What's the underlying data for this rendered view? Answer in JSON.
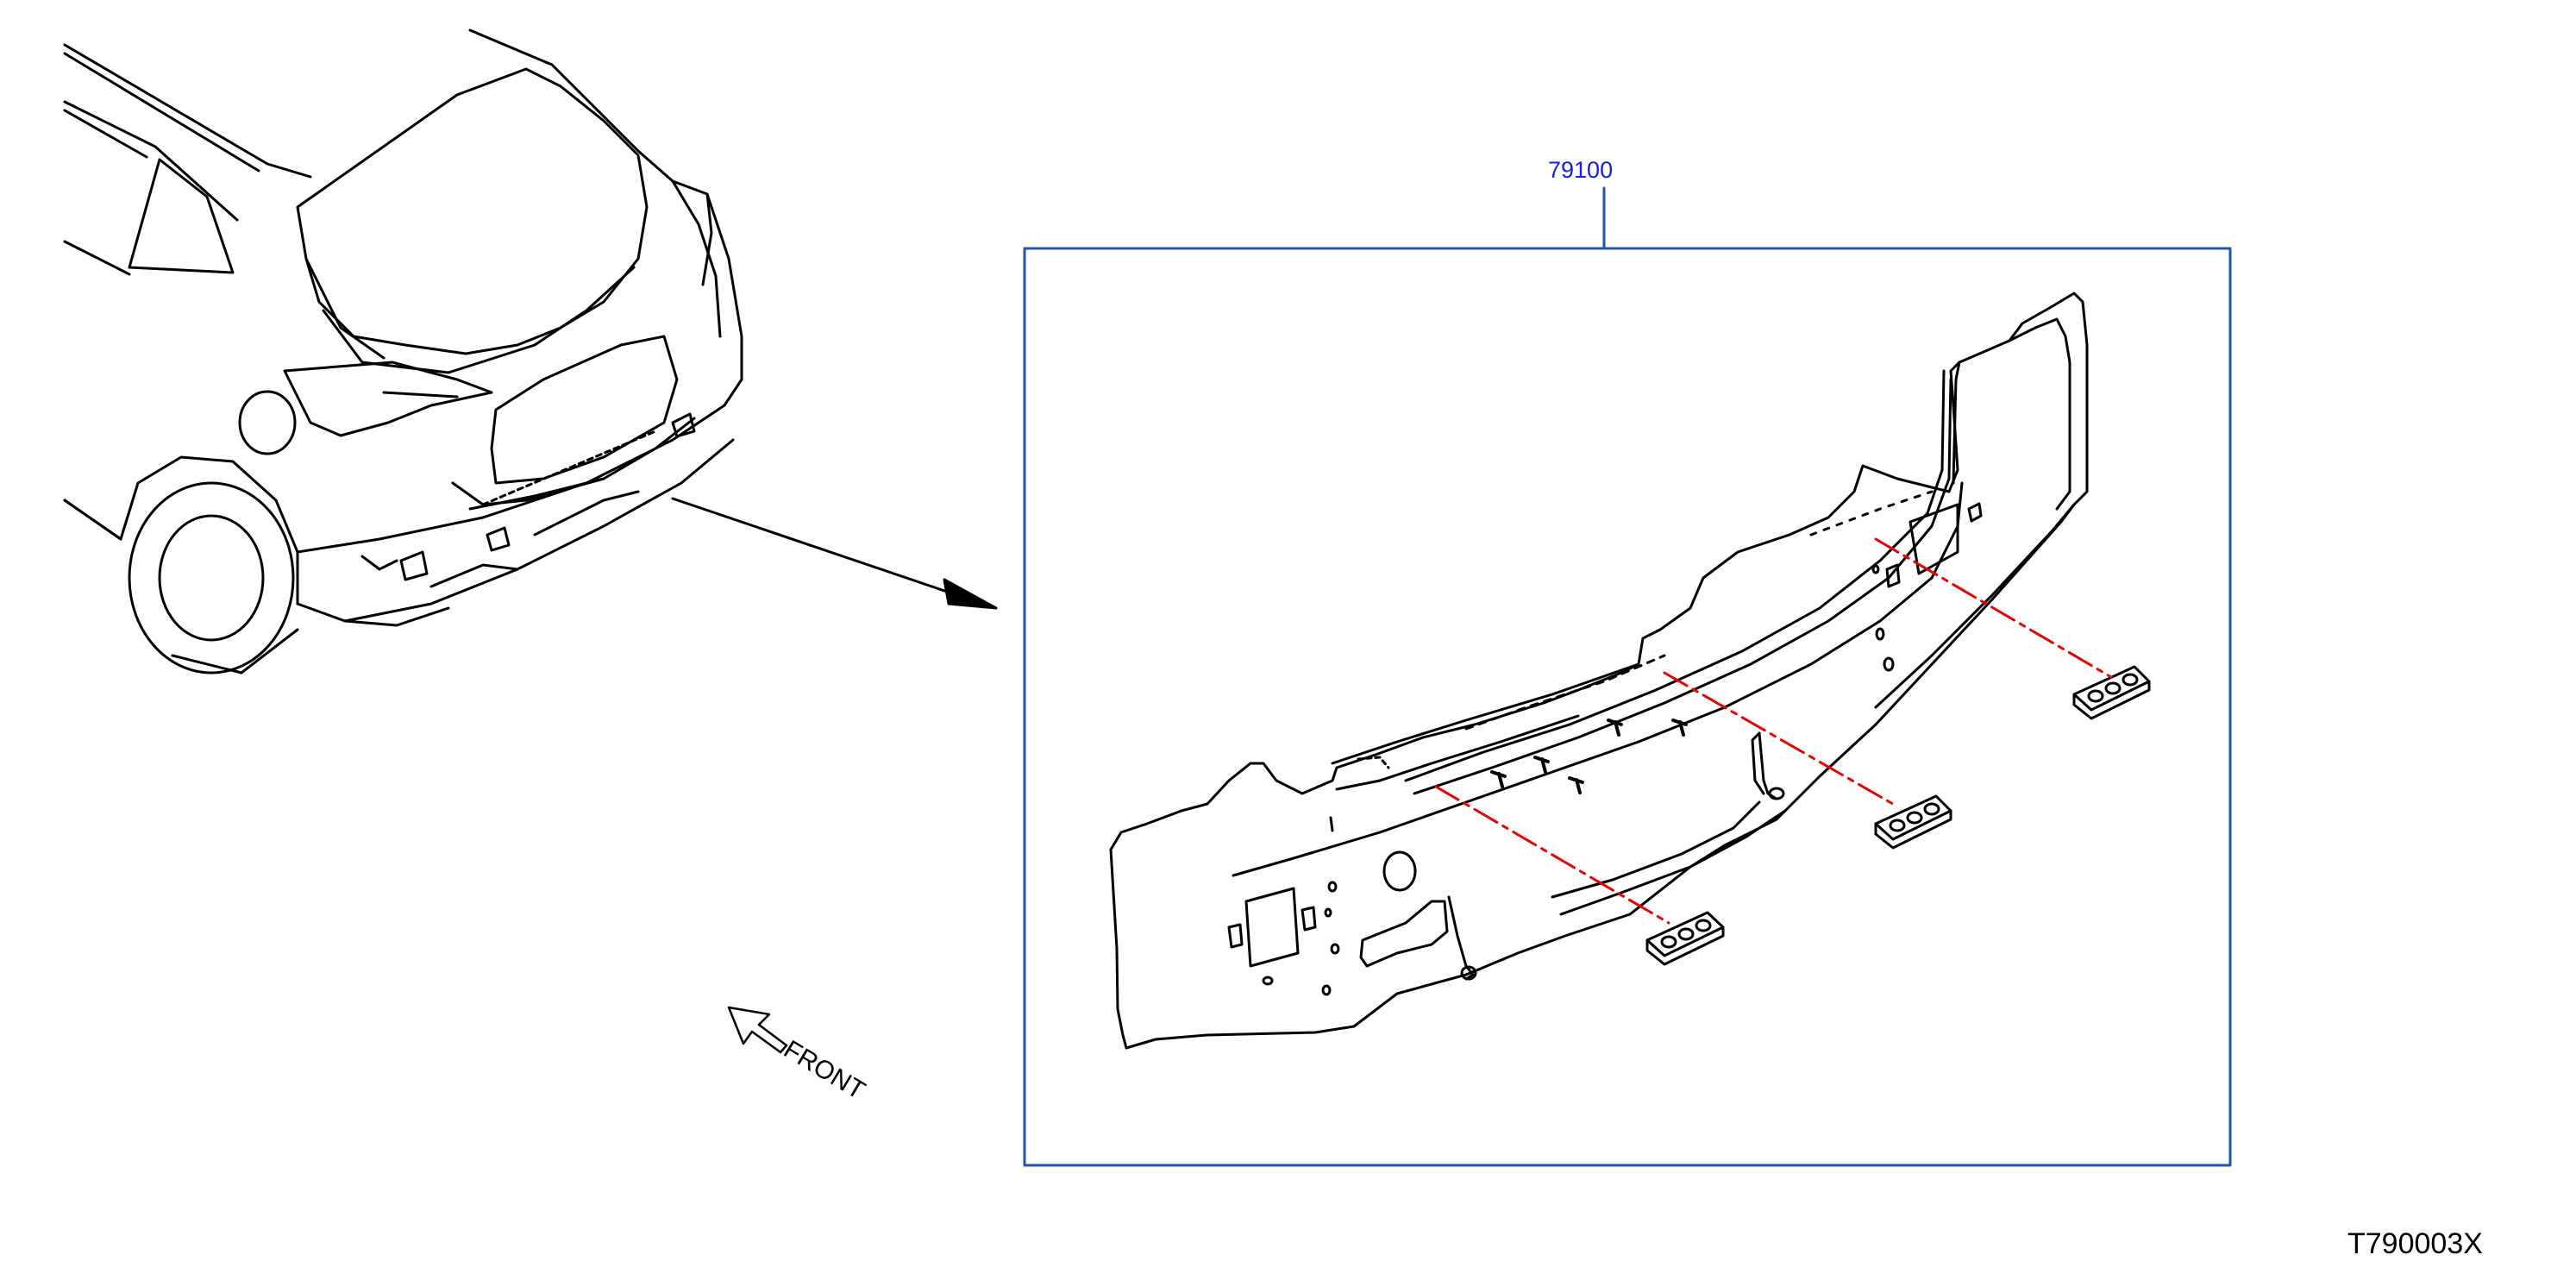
{
  "diagram": {
    "part_number": "79100",
    "front_label": "FRONT",
    "illustration_code": "T790003X",
    "colors": {
      "line": "#000000",
      "callout": "#1a1ae0",
      "frame": "#2255aa",
      "centerline": "#e00000"
    }
  }
}
